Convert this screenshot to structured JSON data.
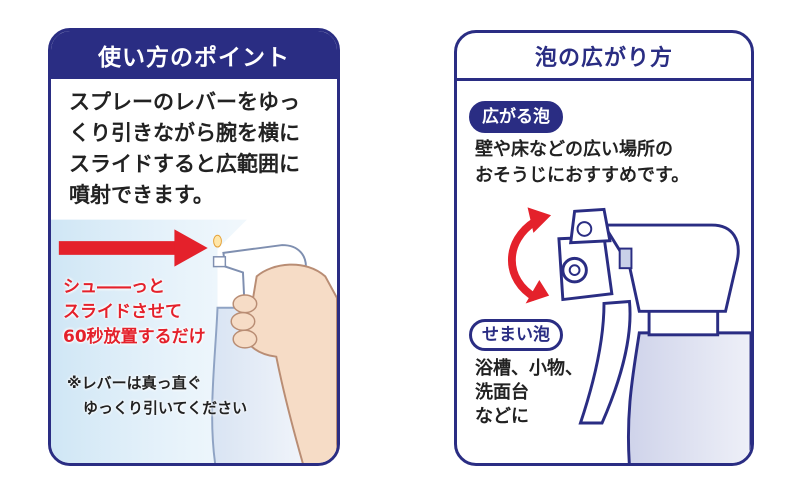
{
  "left": {
    "title": "使い方のポイント",
    "body_lines": [
      "スプレーのレバーをゆっ",
      "くり引きながら腕を横に",
      "スライドすると広範囲に",
      "噴射できます。"
    ],
    "red_lines": [
      "シュ――っと",
      "スライドさせて",
      "60秒放置するだけ"
    ],
    "note_lines": [
      "※レバーは真っ直ぐ",
      "ゆっくり引いてください"
    ]
  },
  "right": {
    "title": "泡の広がり方",
    "wide": {
      "label": "広がる泡",
      "desc_lines": [
        "壁や床などの広い場所の",
        "おそうじにおすすめです。"
      ]
    },
    "narrow": {
      "label": "せまい泡",
      "desc_lines": [
        "浴槽、小物、",
        "洗面台",
        "などに"
      ]
    }
  },
  "colors": {
    "navy": "#2a2d83",
    "red": "#e4212b",
    "spray_blue": "#cfe6f5",
    "skin": "#f6dcc6"
  }
}
